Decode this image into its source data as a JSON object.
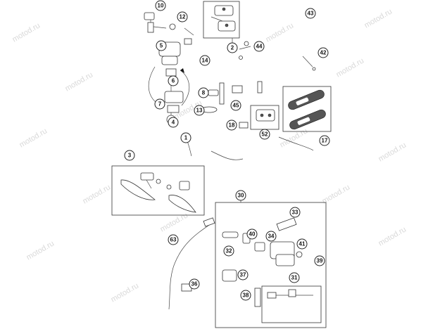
{
  "watermark": "motod.ru",
  "callouts": [
    "10",
    "12",
    "43",
    "2",
    "44",
    "42",
    "5",
    "14",
    "6",
    "7",
    "8",
    "13",
    "45",
    "4",
    "18",
    "52",
    "17",
    "1",
    "3",
    "30",
    "33",
    "40",
    "34",
    "41",
    "32",
    "39",
    "63",
    "37",
    "36",
    "31",
    "38"
  ],
  "colors": {
    "line": "#333333",
    "background": "#ffffff",
    "watermark": "#d9d9d9",
    "grip": "#555555"
  }
}
